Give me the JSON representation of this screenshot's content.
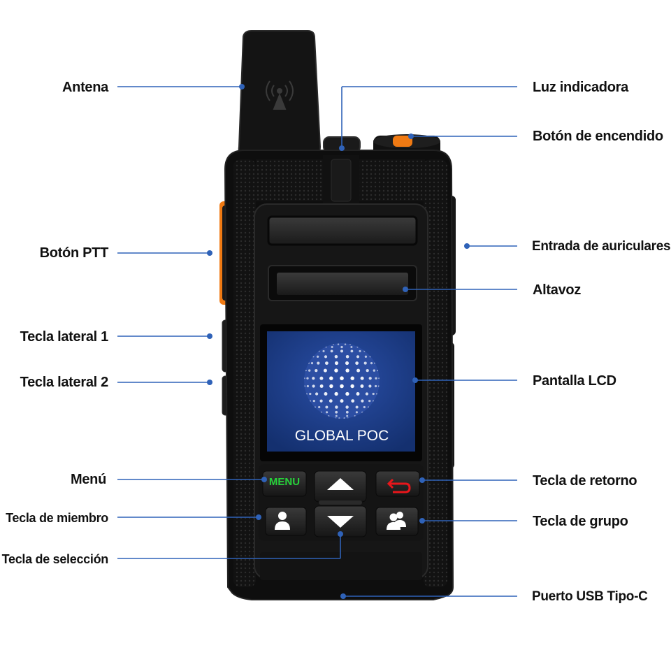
{
  "labels": {
    "antena": "Antena",
    "luz_indicadora": "Luz indicadora",
    "boton_encendido": "Botón de encendido",
    "boton_ptt": "Botón PTT",
    "entrada_auriculares": "Entrada de auriculares",
    "altavoz": "Altavoz",
    "tecla_lateral_1": "Tecla lateral 1",
    "tecla_lateral_2": "Tecla lateral 2",
    "pantalla_lcd": "Pantalla LCD",
    "menu": "Menú",
    "tecla_retorno": "Tecla de retorno",
    "tecla_miembro": "Tecla de miembro",
    "tecla_grupo": "Tecla de grupo",
    "tecla_seleccion": "Tecla de selección",
    "puerto_usb": "Puerto USB Tipo-C"
  },
  "device": {
    "screen_text": "GLOBAL POC",
    "menu_key": "MENU"
  },
  "colors": {
    "leader_line": "#2f62b8",
    "body": "#0d0d0d",
    "ptt_accent": "#f07a13",
    "screen": "#1c3b8c",
    "menu_text": "#27d13a",
    "return_icon": "#e8161b"
  }
}
